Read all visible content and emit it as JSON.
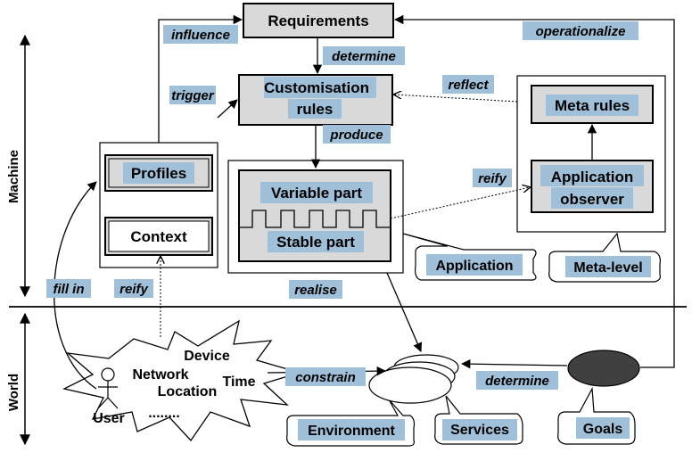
{
  "axis": {
    "machine": "Machine",
    "world": "World"
  },
  "boxes": {
    "requirements": "Requirements",
    "customisation_line1": "Customisation",
    "customisation_line2": "rules",
    "meta_rules": "Meta rules",
    "profiles": "Profiles",
    "context": "Context",
    "variable_part": "Variable part",
    "stable_part": "Stable part",
    "app_observer_line1": "Application",
    "app_observer_line2": "observer"
  },
  "callouts": {
    "application": "Application",
    "meta_level": "Meta-level",
    "environment": "Environment",
    "services": "Services",
    "goals": "Goals"
  },
  "edges": {
    "influence": "influence",
    "operationalize": "operationalize",
    "determine_top": "determine",
    "trigger": "trigger",
    "reflect": "reflect",
    "produce": "produce",
    "reify_right": "reify",
    "fill_in": "fill in",
    "reify_left": "reify",
    "realise": "realise",
    "constrain": "constrain",
    "determine_bottom": "determine"
  },
  "world_items": {
    "device": "Device",
    "network": "Network",
    "location": "Location",
    "time": "Time",
    "user": "User",
    "dots": "........"
  },
  "colors": {
    "highlight": "#9fc0d8",
    "box_fill": "#d9d9d9",
    "goal_fill": "#404040"
  }
}
